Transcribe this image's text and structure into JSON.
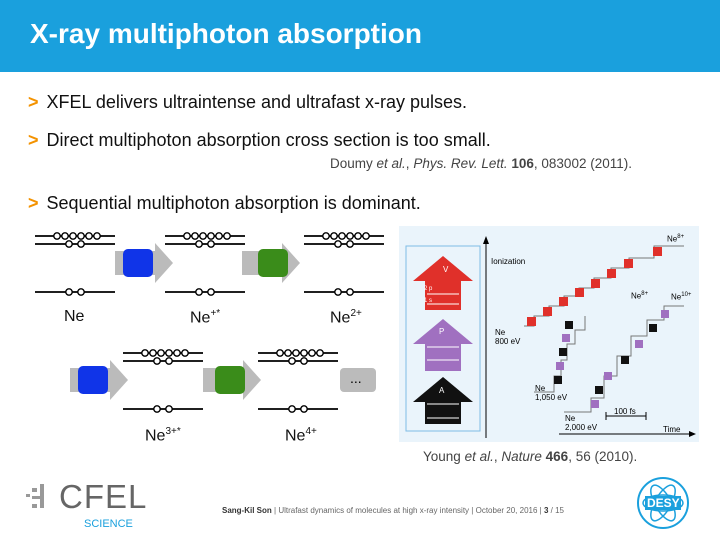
{
  "slide": {
    "title": "X-ray multiphoton absorption",
    "bullets": [
      "XFEL delivers ultraintense and ultrafast x-ray pulses.",
      "Direct multiphoton absorption cross section is too small.",
      "Sequential multiphoton absorption is dominant."
    ],
    "bullet_marker": ">",
    "ref1": {
      "authors": "Doumy",
      "etal": " et al.",
      "sep": ", ",
      "journal": "Phys. Rev. Lett.",
      "volume": "106",
      "rest": ", 083002 (2011)."
    },
    "ref2": {
      "authors": "Young",
      "etal": " et al.",
      "sep": ", ",
      "journal": "Nature",
      "volume": "466",
      "rest": ", 56 (2010)."
    }
  },
  "diagram": {
    "labels": {
      "ne": "Ne",
      "ne_plus": "Ne",
      "ne_plus_sup": "+*",
      "ne2": "Ne",
      "ne2_sup": "2+",
      "ne3": "Ne",
      "ne3_sup": "3+*",
      "ne4": "Ne",
      "ne4_sup": "4+"
    },
    "ellipsis": "...",
    "colors": {
      "blue_box": "#1034e8",
      "green_box": "#3a8c1a",
      "arrow": "#bbbbbb"
    }
  },
  "panel": {
    "ionization": "Ionization",
    "time": "Time",
    "ne800": "Ne",
    "ne800_sub": "800 eV",
    "ne1050": "Ne",
    "ne1050_sub": "1,050 eV",
    "ne2000": "Ne",
    "ne2000_sub": "2,000 eV",
    "ne8a": "Ne",
    "ne8a_sup": "8+",
    "ne8b": "Ne",
    "ne8b_sup": "8+",
    "ne10": "Ne",
    "ne10_sup": "10+",
    "fs": "100 fs",
    "legend": {
      "v": "V",
      "p": "P",
      "a": "A",
      "l2p": "2 p",
      "l1s": "1 s"
    },
    "colors": {
      "v": "#e0302a",
      "p": "#a070c0",
      "a": "#111111"
    }
  },
  "footer": {
    "author": "Sang-Kil Son",
    "sep": " | ",
    "talk": "Ultrafast dynamics of molecules at high x-ray intensity",
    "date": "October 20, 2016",
    "page": "3",
    "total": "/ 15"
  },
  "logos": {
    "cfel": "CFEL",
    "science": "SCIENCE",
    "desy": "DESY"
  }
}
